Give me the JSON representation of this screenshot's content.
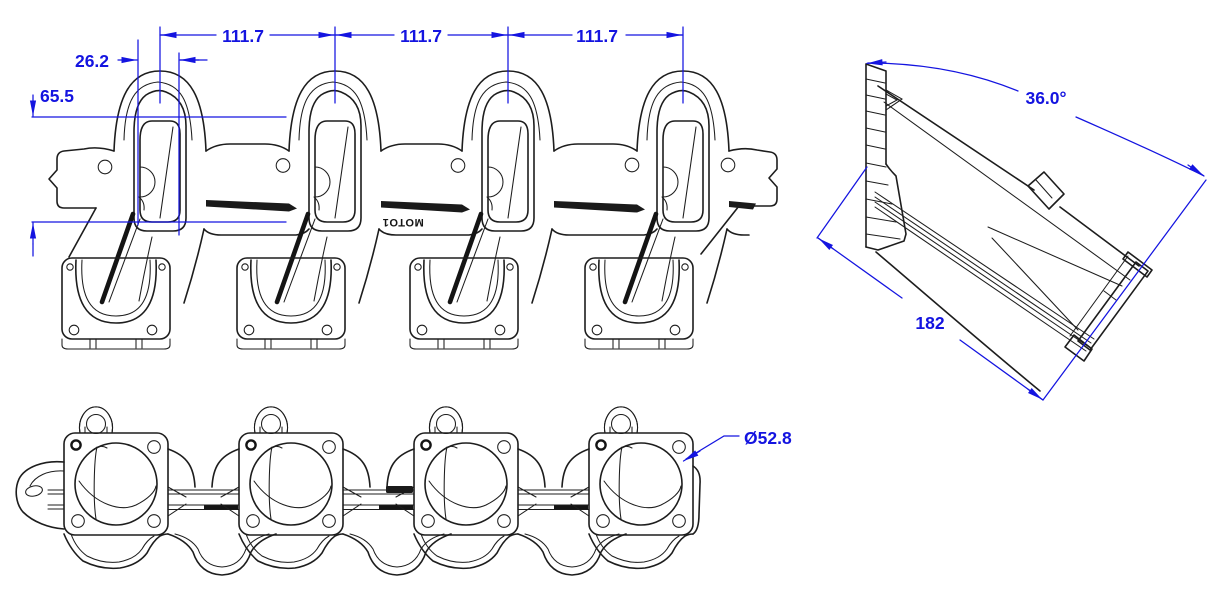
{
  "colors": {
    "background": "#ffffff",
    "part_edge": "#1d1d1d",
    "dimension_accent": "#1414e0"
  },
  "front_view": {
    "dimensions": {
      "port_spacing": [
        "111.7",
        "111.7",
        "111.7"
      ],
      "port_width": "26.2",
      "port_height": "65.5"
    },
    "logo_text": "MOTO1"
  },
  "side_view": {
    "dimensions": {
      "angle": "36.0°",
      "length": "182"
    }
  },
  "bottom_view": {
    "dimensions": {
      "bore_diameter": "Ø52.8"
    }
  }
}
